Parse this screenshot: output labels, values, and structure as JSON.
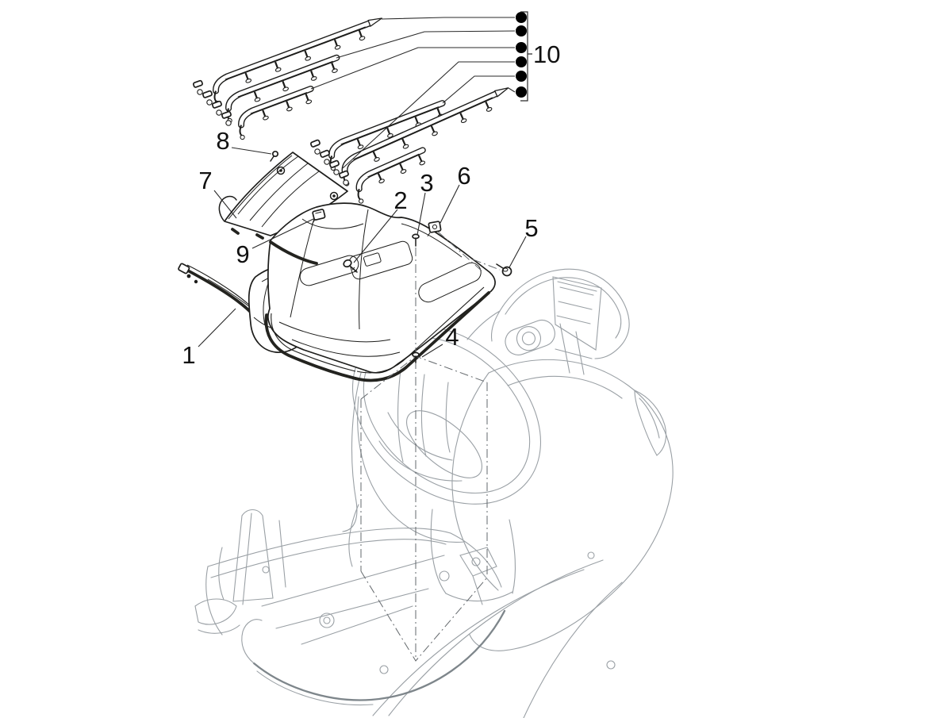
{
  "diagram": {
    "type": "exploded-parts-diagram",
    "subject": "Scooter central body and footboard exploded view",
    "style": {
      "background": "#ffffff",
      "part_line_color": "#1d1d1b",
      "frame_line_color": "#9aa0a5",
      "trim_rail_color": "#23231f",
      "callout_line_color": "#2a2a2a",
      "dot_color": "#000000",
      "label_color": "#111111"
    },
    "callouts": [
      {
        "num": "1"
      },
      {
        "num": "2"
      },
      {
        "num": "3"
      },
      {
        "num": "4"
      },
      {
        "num": "5"
      },
      {
        "num": "6"
      },
      {
        "num": "7"
      },
      {
        "num": "8"
      },
      {
        "num": "9"
      }
    ],
    "group_callout": {
      "num": "10",
      "dot_count": 6
    }
  }
}
